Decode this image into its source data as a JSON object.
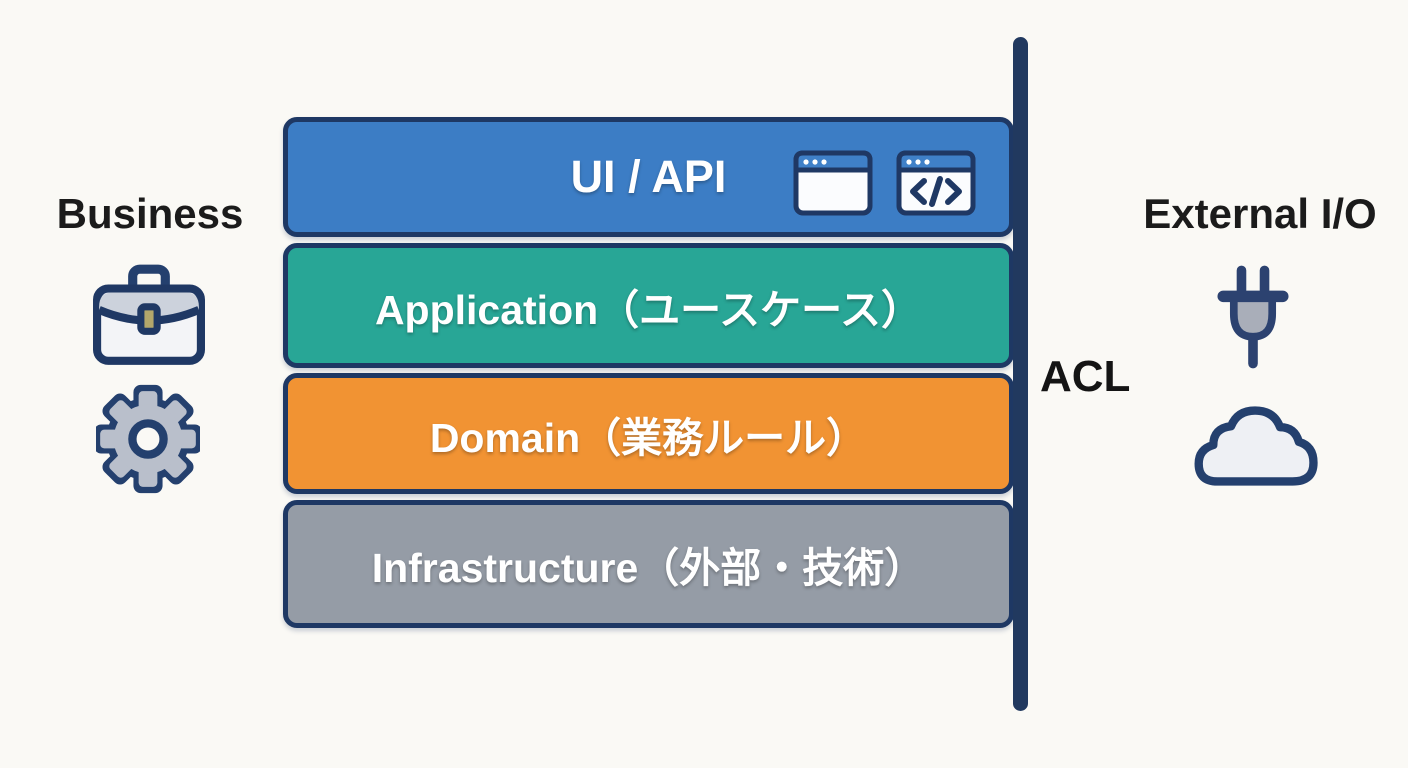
{
  "background_color": "#faf9f5",
  "left_panel": {
    "label": "Business",
    "icons": [
      "briefcase-icon",
      "gear-icon"
    ]
  },
  "stack": {
    "border_color": "#1e3864",
    "layers": [
      {
        "name": "ui-api",
        "label": "UI / API",
        "color": "#3c7dc5",
        "icons": [
          "browser-window-icon",
          "code-window-icon"
        ]
      },
      {
        "name": "application",
        "label": "Application（ユースケース）",
        "color": "#28a696",
        "icons": []
      },
      {
        "name": "domain",
        "label": "Domain（業務ルール）",
        "color": "#f19333",
        "icons": []
      },
      {
        "name": "infrastructure",
        "label": "Infrastructure（外部・技術）",
        "color": "#959ca6",
        "icons": []
      }
    ]
  },
  "boundary": {
    "label": "ACL",
    "line_color": "#21395f"
  },
  "right_panel": {
    "label": "External I/O",
    "icons": [
      "plug-icon",
      "cloud-icon"
    ]
  },
  "text_colors": {
    "side_labels": "#1b1b1b",
    "layer_labels": "#ffffff"
  }
}
